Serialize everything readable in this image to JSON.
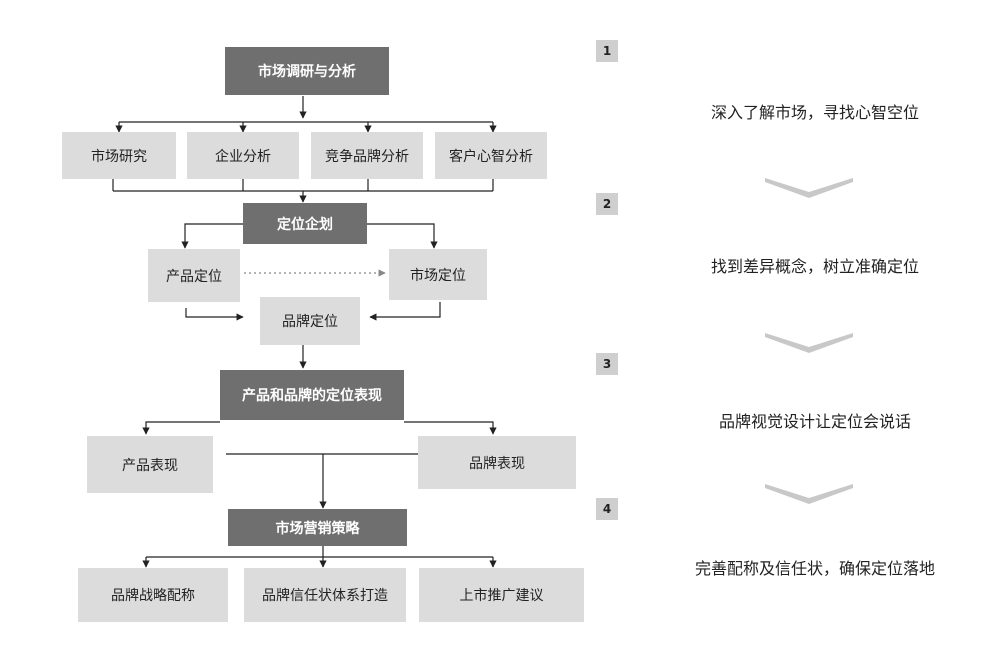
{
  "flow": {
    "step1_title": "市场调研与分析",
    "research": [
      "市场研究",
      "企业分析",
      "竞争品牌分析",
      "客户心智分析"
    ],
    "step2_title": "定位企划",
    "product_positioning": "产品定位",
    "market_positioning": "市场定位",
    "brand_positioning": "品牌定位",
    "step3_title": "产品和品牌的定位表现",
    "product_expression": "产品表现",
    "brand_expression": "品牌表现",
    "step4_title": "市场营销策略",
    "strategies": [
      "品牌战略配称",
      "品牌信任状体系打造",
      "上市推广建议"
    ]
  },
  "steps": [
    {
      "number": "1",
      "text": "深入了解市场，寻找心智空位"
    },
    {
      "number": "2",
      "text": "找到差异概念，树立准确定位"
    },
    {
      "number": "3",
      "text": "品牌视觉设计让定位会说话"
    },
    {
      "number": "4",
      "text": "完善配称及信任状，确保定位落地"
    }
  ],
  "colors": {
    "dark_box": "#6f6f6f",
    "light_box": "#dcdcdc",
    "line": "#222222",
    "chevron": "#c8c8c8"
  }
}
